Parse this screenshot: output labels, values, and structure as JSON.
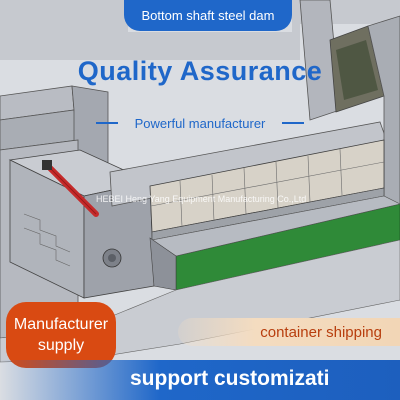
{
  "header": {
    "badge": "Bottom shaft steel dam"
  },
  "headline": "Quality Assurance",
  "subline": "Powerful manufacturer",
  "watermark": "HEBEI Heng Yang Equipment Manufacturing Co.,Ltd",
  "badges": {
    "manufacturer_line1": "Manufacturer",
    "manufacturer_line2": "supply",
    "shipping": "container shipping"
  },
  "footer": {
    "text": "support customizati"
  },
  "colors": {
    "brand_blue": "#1f67c9",
    "badge_orange": "#d94a12",
    "dam_green": "#2f8a38"
  },
  "icons": {
    "diagram": "dam-3d-illustration"
  }
}
